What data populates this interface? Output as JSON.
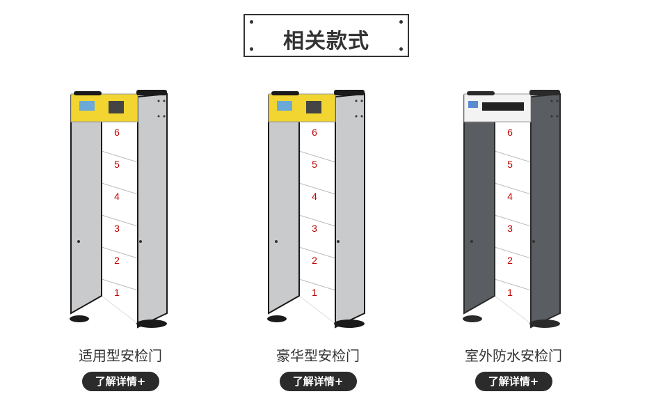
{
  "header": {
    "title": "相关款式"
  },
  "products": [
    {
      "name": "适用型安检门",
      "button": "了解详情+",
      "theme": "yellow",
      "zones": [
        "6",
        "5",
        "4",
        "3",
        "2",
        "1"
      ],
      "colors": {
        "pillar": "#c9cacc",
        "header": "#f2d530",
        "edge": "#1a1a1a"
      }
    },
    {
      "name": "豪华型安检门",
      "button": "了解详情+",
      "theme": "yellow",
      "zones": [
        "6",
        "5",
        "4",
        "3",
        "2",
        "1"
      ],
      "colors": {
        "pillar": "#c9cacc",
        "header": "#f2d530",
        "edge": "#1a1a1a"
      }
    },
    {
      "name": "室外防水安检门",
      "button": "了解详情+",
      "theme": "dark",
      "zones": [
        "6",
        "5",
        "4",
        "3",
        "2",
        "1"
      ],
      "colors": {
        "pillar": "#5a5d62",
        "header": "#f3f3f3",
        "edge": "#2a2a2a"
      }
    }
  ],
  "colors": {
    "zone_number": "#c00000",
    "text": "#333333",
    "button_bg": "#2b2b2b"
  }
}
